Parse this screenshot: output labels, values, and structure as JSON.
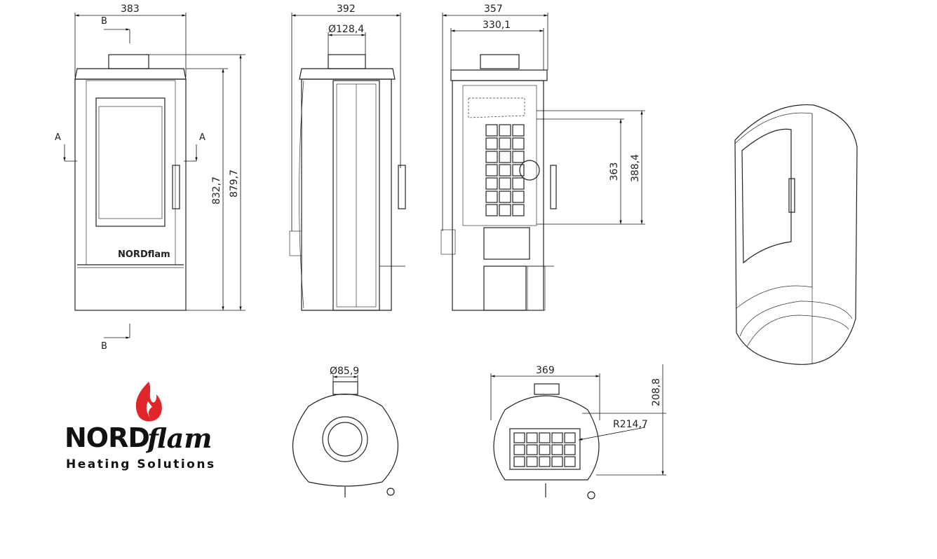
{
  "dimensions": {
    "front_width": "383",
    "front_height_body": "832,7",
    "front_height_total": "879,7",
    "side_width": "392",
    "flue_diameter_side": "Ø128,4",
    "section_width": "357",
    "section_inner_width": "330,1",
    "firebox_height": "363",
    "firebox_height_outer": "388,4",
    "top_flue_diameter": "Ø85,9",
    "bottom_width": "369",
    "bottom_depth": "208,8",
    "bottom_radius": "R214,7"
  },
  "section_marks": {
    "a_left": "A",
    "a_right": "A",
    "b_top": "B",
    "b_bottom": "B"
  },
  "logo": {
    "brand_bold": "NORD",
    "brand_italic": "flam",
    "tagline": "Heating Solutions",
    "flame_color": "#e0262b"
  },
  "front_badge": "NORDflam"
}
